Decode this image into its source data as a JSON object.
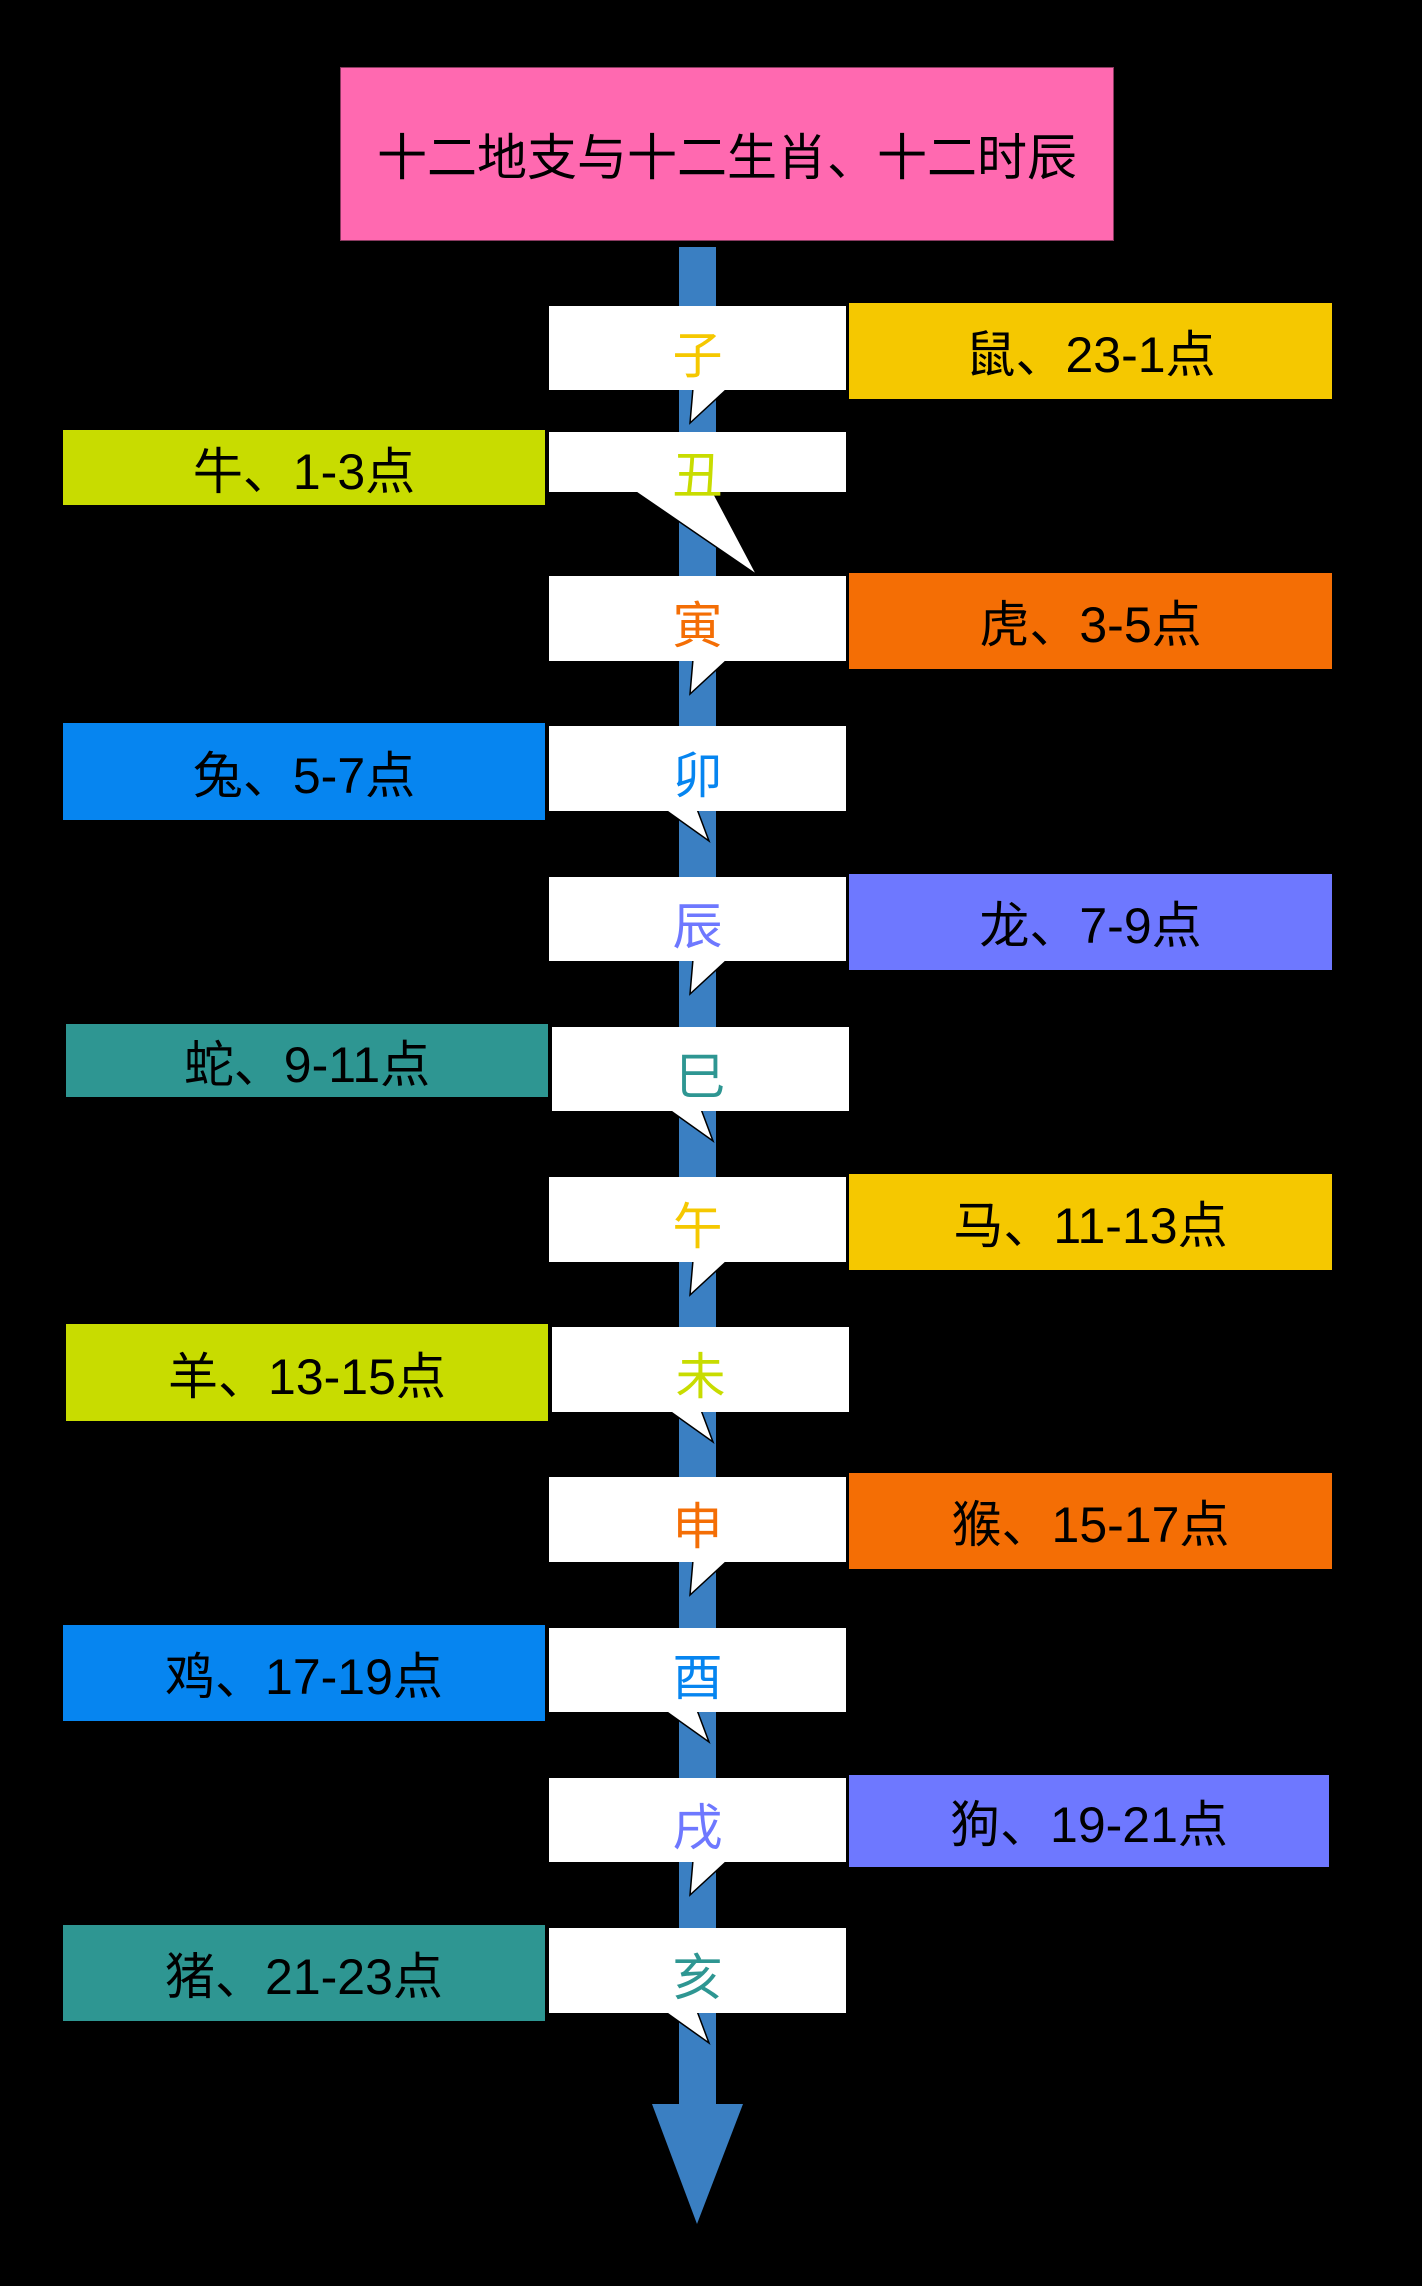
{
  "title": "十二地支与十二生肖、十二时辰",
  "colors": {
    "title_bg": "#ff69b0",
    "arrow": "#3a7fc2",
    "yellow": "#f5c800",
    "lime": "#c8dc00",
    "orange": "#f46e05",
    "blue": "#0685f0",
    "periwinkle": "#6e78ff",
    "teal": "#2e9692"
  },
  "rows": [
    {
      "branch": "子",
      "zodiac": "鼠、23-1点",
      "side": "right",
      "color": "#f5c800"
    },
    {
      "branch": "丑",
      "zodiac": "牛、1-3点",
      "side": "left",
      "color": "#c8dc00"
    },
    {
      "branch": "寅",
      "zodiac": "虎、3-5点",
      "side": "right",
      "color": "#f46e05"
    },
    {
      "branch": "卯",
      "zodiac": "兔、5-7点",
      "side": "left",
      "color": "#0685f0"
    },
    {
      "branch": "辰",
      "zodiac": "龙、7-9点",
      "side": "right",
      "color": "#6e78ff"
    },
    {
      "branch": "巳",
      "zodiac": "蛇、9-11点",
      "side": "left",
      "color": "#2e9692"
    },
    {
      "branch": "午",
      "zodiac": "马、11-13点",
      "side": "right",
      "color": "#f5c800"
    },
    {
      "branch": "未",
      "zodiac": "羊、13-15点",
      "side": "left",
      "color": "#c8dc00"
    },
    {
      "branch": "申",
      "zodiac": "猴、15-17点",
      "side": "right",
      "color": "#f46e05"
    },
    {
      "branch": "酉",
      "zodiac": "鸡、17-19点",
      "side": "left",
      "color": "#0685f0"
    },
    {
      "branch": "戌",
      "zodiac": "狗、19-21点",
      "side": "right",
      "color": "#6e78ff"
    },
    {
      "branch": "亥",
      "zodiac": "猪、21-23点",
      "side": "left",
      "color": "#2e9692"
    }
  ]
}
